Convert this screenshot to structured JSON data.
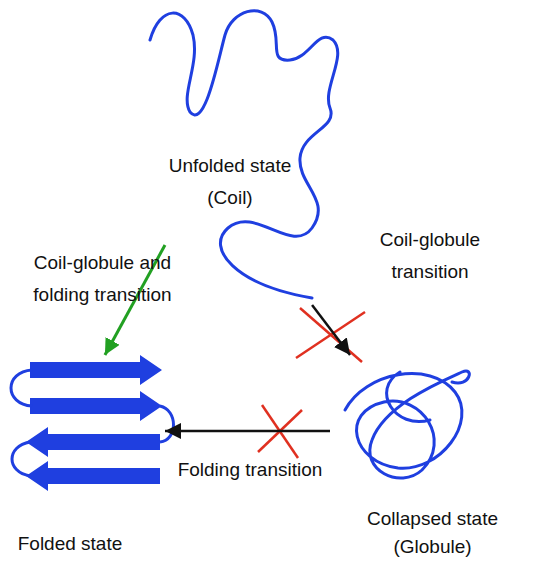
{
  "diagram": {
    "nodes": [
      {
        "text": [
          "Unfolded state (Coil)"
        ]
      },
      {
        "text": [
          "Folded state"
        ]
      },
      {
        "text": [
          "Collapsed state (Globule)"
        ]
      }
    ],
    "edges": [
      {
        "from": 0,
        "to": 1,
        "arrow": "to",
        "label": "Coil-globule and folding transition"
      },
      {
        "from": 0,
        "to": 2,
        "arrow": "to",
        "label": "Coil-globule transition"
      },
      {
        "from": 2,
        "to": 1,
        "arrow": "to",
        "label": "Folding transition"
      }
    ]
  }
}
